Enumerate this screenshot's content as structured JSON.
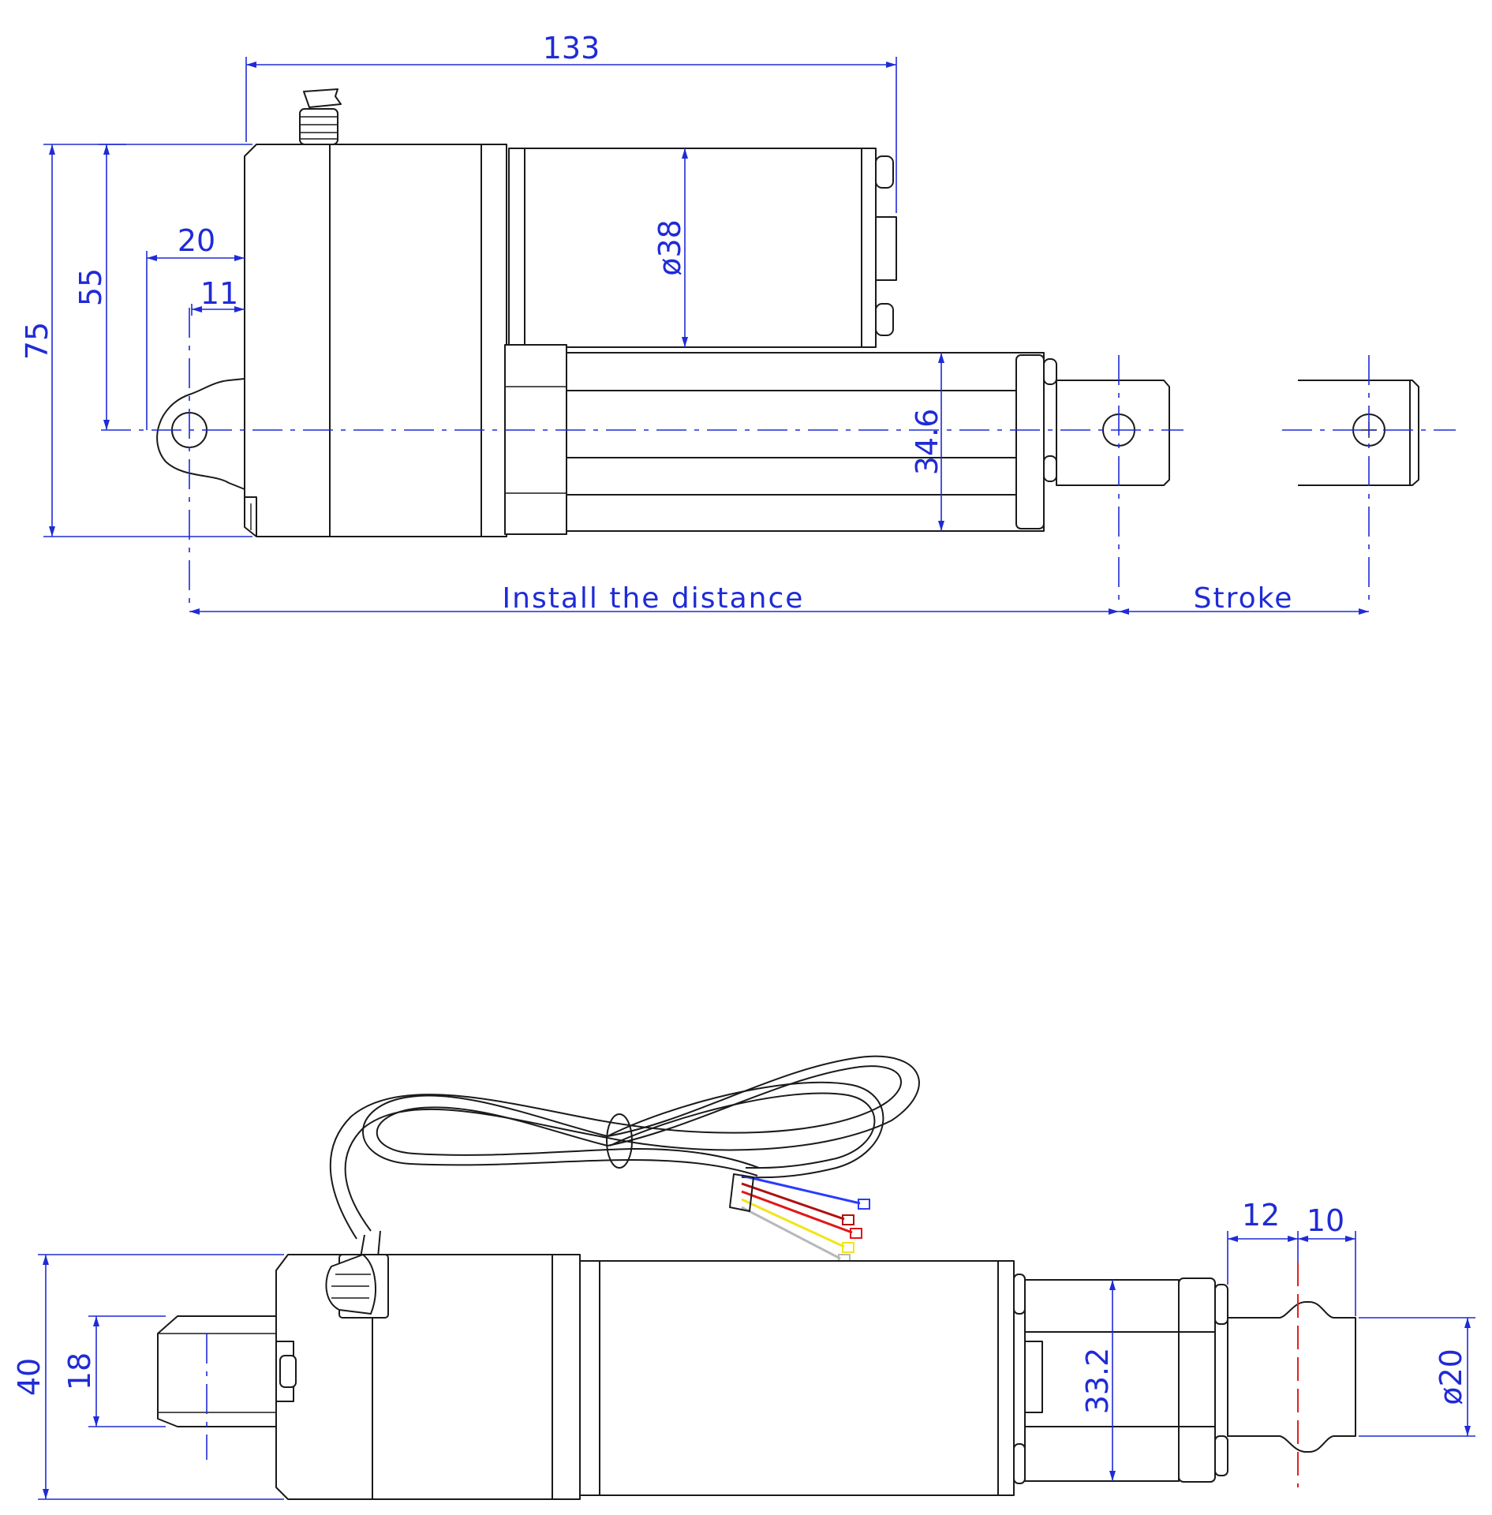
{
  "colors": {
    "dimension": "#1f2bd6",
    "outline": "#1a1a1a",
    "centerline_top_view": "#e32020",
    "wire_blue": "#2a3bff",
    "wire_red": "#e01818",
    "wire_dark_red": "#b01010",
    "wire_yellow": "#f2e51a",
    "wire_grey": "#b8b8b8"
  },
  "side_view": {
    "dim_overall_length": "133",
    "dim_motor_diameter": "ø38",
    "dim_height_total": "75",
    "dim_height_to_center": "55",
    "dim_rear_offset_20": "20",
    "dim_rear_offset_11": "11",
    "dim_tube_height": "34.6",
    "label_install": "Install the distance",
    "label_stroke": "Stroke"
  },
  "top_view": {
    "dim_height": "40",
    "dim_rear_clevis": "18",
    "dim_tube_width": "33.2",
    "dim_rod_end_12": "12",
    "dim_rod_end_10": "10",
    "dim_rod_diameter": "ø20"
  }
}
